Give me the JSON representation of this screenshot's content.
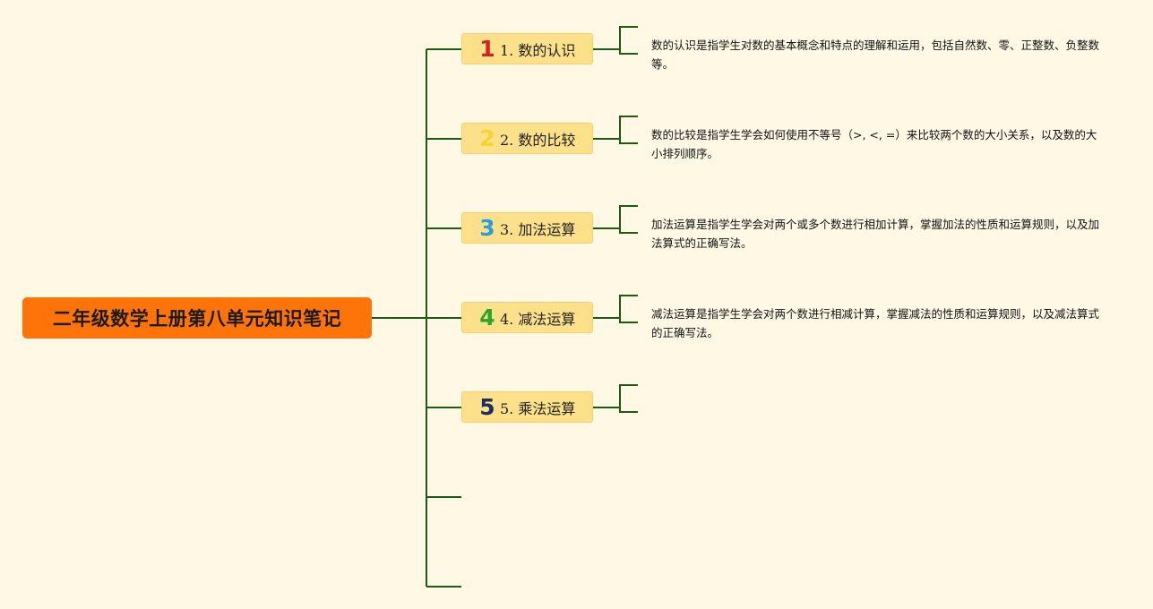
{
  "mindmap": {
    "root": {
      "label": "二年级数学上册第八单元知识笔记",
      "color": "#ff7408"
    },
    "topics": [
      {
        "number": "1",
        "number_color": "#d42222",
        "label": "1. 数的认识",
        "description": "数的认识是指学生对数的基本概念和特点的理解和运用，包括自然数、零、正整数、负整数等。"
      },
      {
        "number": "2",
        "number_color": "#f5d531",
        "label": "2. 数的比较",
        "description": "数的比较是指学生学会如何使用不等号（>, <, =）来比较两个数的大小关系，以及数的大小排列顺序。"
      },
      {
        "number": "3",
        "number_color": "#2a9ed8",
        "label": "3. 加法运算",
        "description": "加法运算是指学生学会对两个或多个数进行相加计算，掌握加法的性质和运算规则，以及加法算式的正确写法。"
      },
      {
        "number": "4",
        "number_color": "#2aa629",
        "label": "4. 减法运算",
        "description": "减法运算是指学生学会对两个数进行相减计算，掌握减法的性质和运算规则，以及减法算式的正确写法。"
      },
      {
        "number": "5",
        "number_color": "#1f2d63",
        "label": "5. 乘法运算",
        "description": ""
      }
    ],
    "line_color": "#1f5a12",
    "topic_color": "#fde08a"
  }
}
